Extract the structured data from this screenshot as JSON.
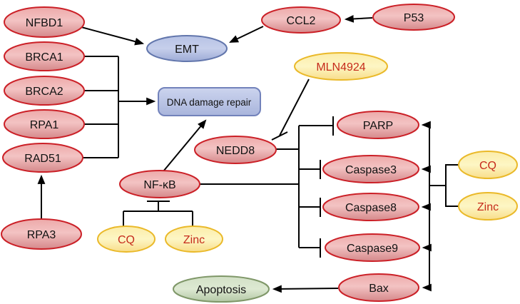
{
  "figure": {
    "kind": "signaling-pathway-diagram",
    "background": "#ffffff",
    "nodes": {
      "nfbd1": {
        "label": "NFBD1",
        "shape": "ellipse",
        "color": "red"
      },
      "brca1": {
        "label": "BRCA1",
        "shape": "ellipse",
        "color": "red"
      },
      "brca2": {
        "label": "BRCA2",
        "shape": "ellipse",
        "color": "red"
      },
      "rpa1": {
        "label": "RPA1",
        "shape": "ellipse",
        "color": "red"
      },
      "rad51": {
        "label": "RAD51",
        "shape": "ellipse",
        "color": "red"
      },
      "rpa3": {
        "label": "RPA3",
        "shape": "ellipse",
        "color": "red"
      },
      "emt": {
        "label": "EMT",
        "shape": "ellipse",
        "color": "blue"
      },
      "ccl2": {
        "label": "CCL2",
        "shape": "ellipse",
        "color": "red"
      },
      "p53": {
        "label": "P53",
        "shape": "ellipse",
        "color": "red"
      },
      "mln4924": {
        "label": "MLN4924",
        "shape": "ellipse",
        "color": "yellow"
      },
      "ddr": {
        "label": "DNA damage repair",
        "shape": "rounded-rect",
        "color": "blue"
      },
      "nedd8": {
        "label": "NEDD8",
        "shape": "ellipse",
        "color": "red"
      },
      "nfkb": {
        "label": "NF-κB",
        "shape": "ellipse",
        "color": "red"
      },
      "cq_left": {
        "label": "CQ",
        "shape": "ellipse",
        "color": "yellow"
      },
      "zinc_left": {
        "label": "Zinc",
        "shape": "ellipse",
        "color": "yellow"
      },
      "parp": {
        "label": "PARP",
        "shape": "ellipse",
        "color": "red"
      },
      "caspase3": {
        "label": "Caspase3",
        "shape": "ellipse",
        "color": "red"
      },
      "caspase8": {
        "label": "Caspase8",
        "shape": "ellipse",
        "color": "red"
      },
      "caspase9": {
        "label": "Caspase9",
        "shape": "ellipse",
        "color": "red"
      },
      "bax": {
        "label": "Bax",
        "shape": "ellipse",
        "color": "red"
      },
      "cq_right": {
        "label": "CQ",
        "shape": "ellipse",
        "color": "yellow"
      },
      "zinc_right": {
        "label": "Zinc",
        "shape": "ellipse",
        "color": "yellow"
      },
      "apoptosis": {
        "label": "Apoptosis",
        "shape": "ellipse",
        "color": "green"
      }
    },
    "edges": [
      {
        "from": "NFBD1",
        "to": "EMT",
        "type": "activates"
      },
      {
        "from": "P53",
        "to": "CCL2",
        "type": "activates"
      },
      {
        "from": "CCL2",
        "to": "EMT",
        "type": "activates"
      },
      {
        "from": "BRCA1",
        "to": "DNA damage repair",
        "type": "activates"
      },
      {
        "from": "BRCA2",
        "to": "DNA damage repair",
        "type": "activates"
      },
      {
        "from": "RPA1",
        "to": "DNA damage repair",
        "type": "activates"
      },
      {
        "from": "RAD51",
        "to": "DNA damage repair",
        "type": "activates"
      },
      {
        "from": "RPA3",
        "to": "RAD51",
        "type": "activates"
      },
      {
        "from": "NF-κB",
        "to": "DNA damage repair",
        "type": "activates"
      },
      {
        "from": "MLN4924",
        "to": "NEDD8",
        "type": "inhibits"
      },
      {
        "from": "NEDD8",
        "to": "PARP",
        "type": "inhibits"
      },
      {
        "from": "NEDD8",
        "to": "Caspase3",
        "type": "inhibits"
      },
      {
        "from": "NEDD8",
        "to": "Caspase8",
        "type": "inhibits"
      },
      {
        "from": "NEDD8",
        "to": "Caspase9",
        "type": "inhibits"
      },
      {
        "from": "NF-κB",
        "to": "PARP",
        "type": "inhibits"
      },
      {
        "from": "NF-κB",
        "to": "Caspase3",
        "type": "inhibits"
      },
      {
        "from": "NF-κB",
        "to": "Caspase8",
        "type": "inhibits"
      },
      {
        "from": "NF-κB",
        "to": "Caspase9",
        "type": "inhibits"
      },
      {
        "from": "CQ",
        "to": "NF-κB",
        "type": "inhibits"
      },
      {
        "from": "Zinc",
        "to": "NF-κB",
        "type": "inhibits"
      },
      {
        "from": "CQ",
        "to": "PARP",
        "type": "activates"
      },
      {
        "from": "CQ",
        "to": "Caspase3",
        "type": "activates"
      },
      {
        "from": "CQ",
        "to": "Caspase8",
        "type": "activates"
      },
      {
        "from": "CQ",
        "to": "Caspase9",
        "type": "activates"
      },
      {
        "from": "CQ",
        "to": "Bax",
        "type": "activates"
      },
      {
        "from": "Zinc",
        "to": "PARP",
        "type": "activates"
      },
      {
        "from": "Zinc",
        "to": "Caspase3",
        "type": "activates"
      },
      {
        "from": "Zinc",
        "to": "Caspase8",
        "type": "activates"
      },
      {
        "from": "Zinc",
        "to": "Caspase9",
        "type": "activates"
      },
      {
        "from": "Zinc",
        "to": "Bax",
        "type": "activates"
      },
      {
        "from": "Bax",
        "to": "Apoptosis",
        "type": "activates"
      }
    ],
    "palette": {
      "red_fill_light": "#f3c3c3",
      "red_fill_dark": "#d5888a",
      "red_stroke": "#cb2027",
      "yellow_fill_light": "#fdf6c4",
      "yellow_fill_dark": "#f8dd8a",
      "yellow_stroke": "#eab929",
      "blue_fill_light": "#c6cfeb",
      "blue_fill_dark": "#9dabd6",
      "blue_stroke": "#6276ac",
      "box_fill_light": "#ccd4ee",
      "box_fill_dark": "#a9b5dc",
      "box_stroke": "#7282bb",
      "green_fill_light": "#dde9d2",
      "green_fill_dark": "#b3c7a5",
      "green_stroke": "#7f9768",
      "yellow_node_text": "#c62b1b",
      "node_text": "#111111",
      "line_color": "#000000"
    }
  }
}
